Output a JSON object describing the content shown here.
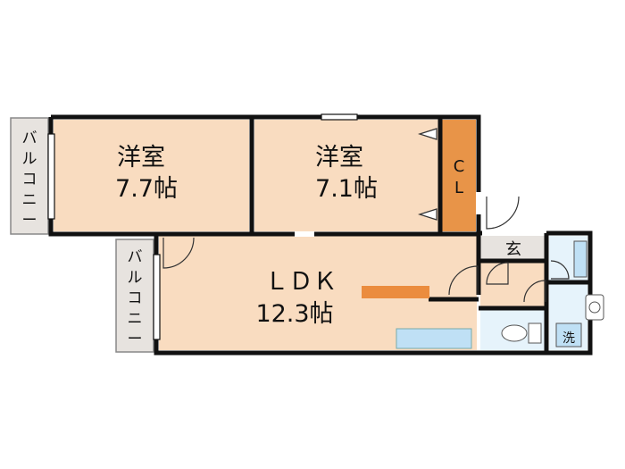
{
  "rooms": {
    "western1": {
      "name": "洋室",
      "size": "7.7帖"
    },
    "western2": {
      "name": "洋室",
      "size": "7.1帖"
    },
    "ldk": {
      "name": "ＬＤＫ",
      "size": "12.3帖"
    },
    "closet": {
      "c": "C",
      "l": "L"
    },
    "entrance": {
      "label": "玄"
    },
    "laundry": {
      "label": "洗"
    }
  },
  "balconies": {
    "upper": {
      "chars": [
        "バ",
        "ル",
        "コ",
        "ニ",
        "ー"
      ]
    },
    "lower": {
      "chars": [
        "バ",
        "ル",
        "コ",
        "ニ",
        "ー"
      ]
    }
  },
  "colors": {
    "room_fill": "#f9dcc0",
    "closet_fill": "#e89448",
    "wet_fill": "#e6f3fb",
    "fixture_blue": "#bfe0f5",
    "balcony_fill": "#e7e3df",
    "counter_orange": "#eb8c3e",
    "wall": "#111111"
  }
}
